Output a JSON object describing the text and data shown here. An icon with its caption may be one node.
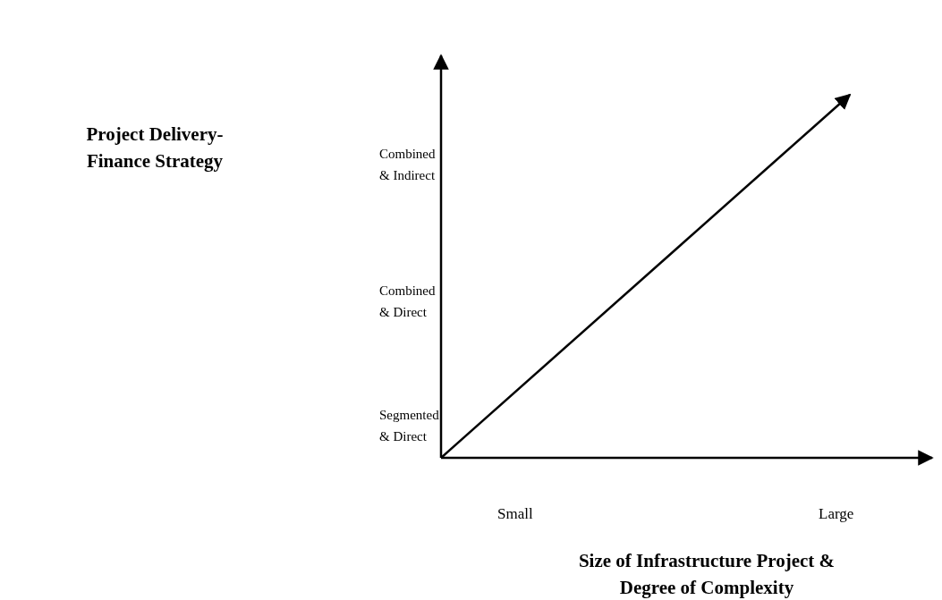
{
  "diagram": {
    "labels": [
      "Project Delivery-Finance Strategy",
      "Combined & Indirect",
      "Combined & Direct",
      "Segmented & Direct",
      "Small",
      "Large",
      "Size of Infrastructure Project & Degree of Complexity"
    ]
  }
}
